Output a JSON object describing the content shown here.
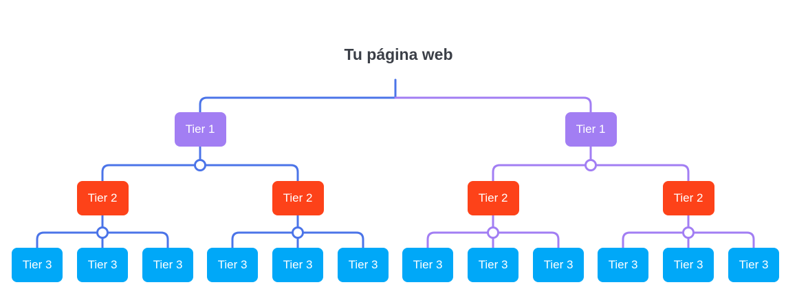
{
  "diagram": {
    "title": "Tu página web",
    "colors": {
      "blue_line": "#4b74e8",
      "purple_line": "#a27ef3",
      "tier1": "#a27ef3",
      "tier2": "#fd4219",
      "tier3": "#00a8f8"
    },
    "tree": {
      "branches": [
        {
          "label": "Tier 1",
          "line_color": "blue",
          "children": [
            {
              "label": "Tier 2",
              "children": [
                "Tier 3",
                "Tier 3",
                "Tier 3"
              ]
            },
            {
              "label": "Tier 2",
              "children": [
                "Tier 3",
                "Tier 3",
                "Tier 3"
              ]
            }
          ]
        },
        {
          "label": "Tier 1",
          "line_color": "purple",
          "children": [
            {
              "label": "Tier 2",
              "children": [
                "Tier 3",
                "Tier 3",
                "Tier 3"
              ]
            },
            {
              "label": "Tier 2",
              "children": [
                "Tier 3",
                "Tier 3",
                "Tier 3"
              ]
            }
          ]
        }
      ]
    }
  }
}
